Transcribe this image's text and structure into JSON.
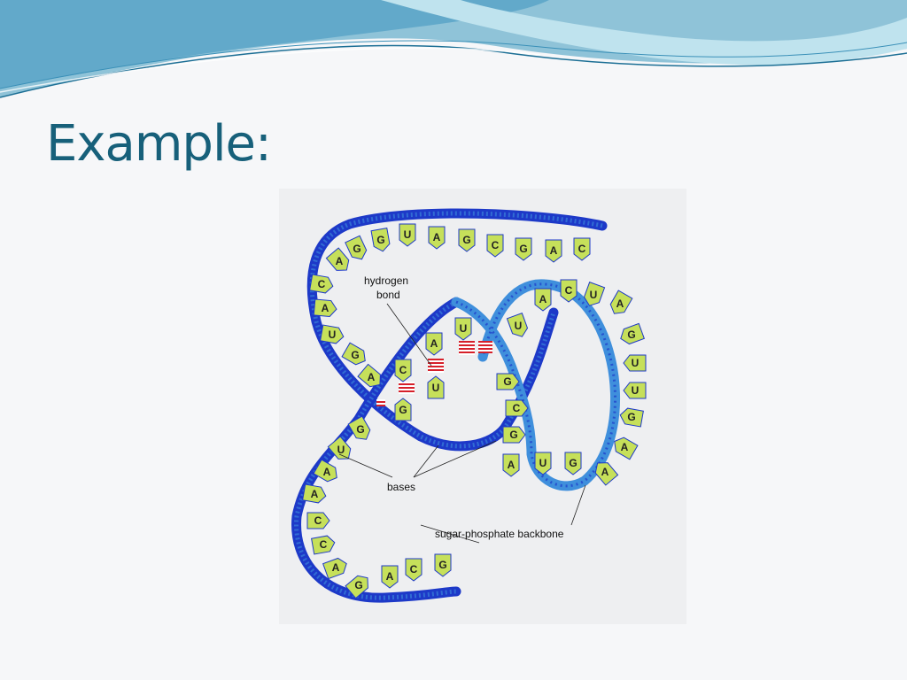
{
  "slide": {
    "title": "Example:"
  },
  "figure": {
    "labels": {
      "hydrogen_bond_line1": "hydrogen",
      "hydrogen_bond_line2": "bond",
      "bases": "bases",
      "backbone": "sugar-phosphate backbone"
    },
    "colors": {
      "backbone_dark": "#1d39c8",
      "backbone_light": "#3f8fdc",
      "base_fill": "#c6e05a",
      "hydrogen_bond": "#d6202a"
    },
    "bases": {
      "top_strand": [
        "A",
        "G",
        "G",
        "U",
        "A",
        "G",
        "C",
        "G",
        "A",
        "C"
      ],
      "left_descending": [
        "C",
        "A",
        "U",
        "G",
        "A"
      ],
      "helix_inner": [
        "C",
        "G",
        "A",
        "U",
        "U"
      ],
      "lower_left_curve": [
        "G",
        "U",
        "A",
        "A",
        "C",
        "C",
        "A",
        "G"
      ],
      "bottom_strand": [
        "A",
        "C",
        "G"
      ],
      "right_loop_top": [
        "U",
        "A",
        "C",
        "U",
        "A"
      ],
      "right_loop_side": [
        "G",
        "U",
        "U",
        "G",
        "A",
        "A"
      ],
      "middle_column": [
        "G",
        "C",
        "G"
      ],
      "lower_middle": [
        "A",
        "U",
        "G"
      ]
    }
  }
}
